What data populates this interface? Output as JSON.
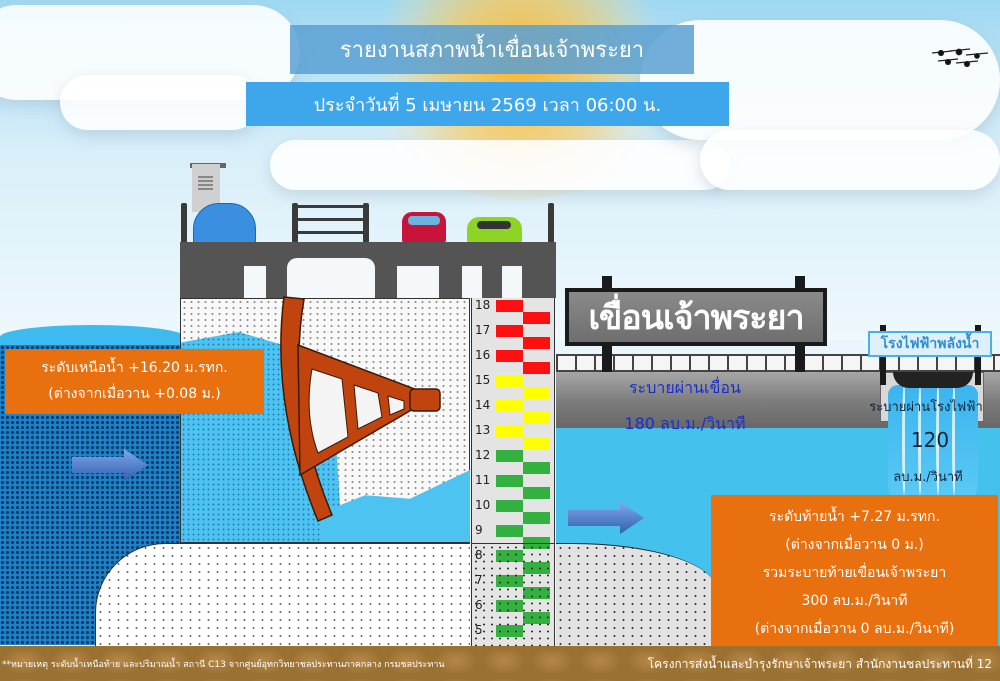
{
  "header": {
    "title": "รายงานสภาพน้ำเขื่อนเจ้าพระยา",
    "date_line": "ประจำวันที่ 5 เมษายน 2569 เวลา 06:00 น."
  },
  "dam_sign": "เขื่อนเจ้าพระยา",
  "power_plant_sign": "โรงไฟฟ้าพลังน้ำ",
  "upstream": {
    "level_line": "ระดับเหนือน้ำ +16.20 ม.รทก.",
    "change_line": "(ต่างจากเมื่อวาน +0.08 ม.)"
  },
  "dam_discharge": {
    "label": "ระบายผ่านเขื่อน",
    "value": "180 ลบ.ม./วินาที"
  },
  "plant_discharge": {
    "label": "ระบายผ่านโรงไฟฟ้า",
    "value": "120",
    "unit": "ลบ.ม./วินาที"
  },
  "downstream": {
    "level_line": "ระดับท้ายน้ำ +7.27 ม.รทก.",
    "level_change_line": "(ต่างจากเมื่อวาน 0 ม.)",
    "total_label": "รวมระบายท้ายเขื่อนเจ้าพระยา",
    "total_value": "300 ลบ.ม./วินาที",
    "total_change_line": "(ต่างจากเมื่อวาน 0 ลบ.ม./วินาที)"
  },
  "gauge": {
    "ticks": [
      "18",
      "17",
      "16",
      "15",
      "14",
      "13",
      "12",
      "11",
      "10",
      "9",
      "8",
      "7",
      "6",
      "5"
    ],
    "colors": {
      "red": "#ff1010",
      "yellow": "#ffff00",
      "green": "#33b040"
    }
  },
  "footer": {
    "note": "**หมายเหตุ  ระดับน้ำเหนือท้าย และปริมาณน้ำ สถานี C13 จากศูนย์อุทกวิทยาชลประทานภาคกลาง กรมชลประทาน",
    "org": "โครงการส่งน้ำและบำรุงรักษาเจ้าพระยา สำนักงานชลประทานที่ 12"
  },
  "colors": {
    "orange_box": "#e8700f",
    "title_bg": "#5aa0d2",
    "date_bg": "#3ea6ea",
    "discharge_text": "#1a2fc8",
    "upstream_water": "#1e82c8",
    "downstream_water": "#45c1ee"
  }
}
